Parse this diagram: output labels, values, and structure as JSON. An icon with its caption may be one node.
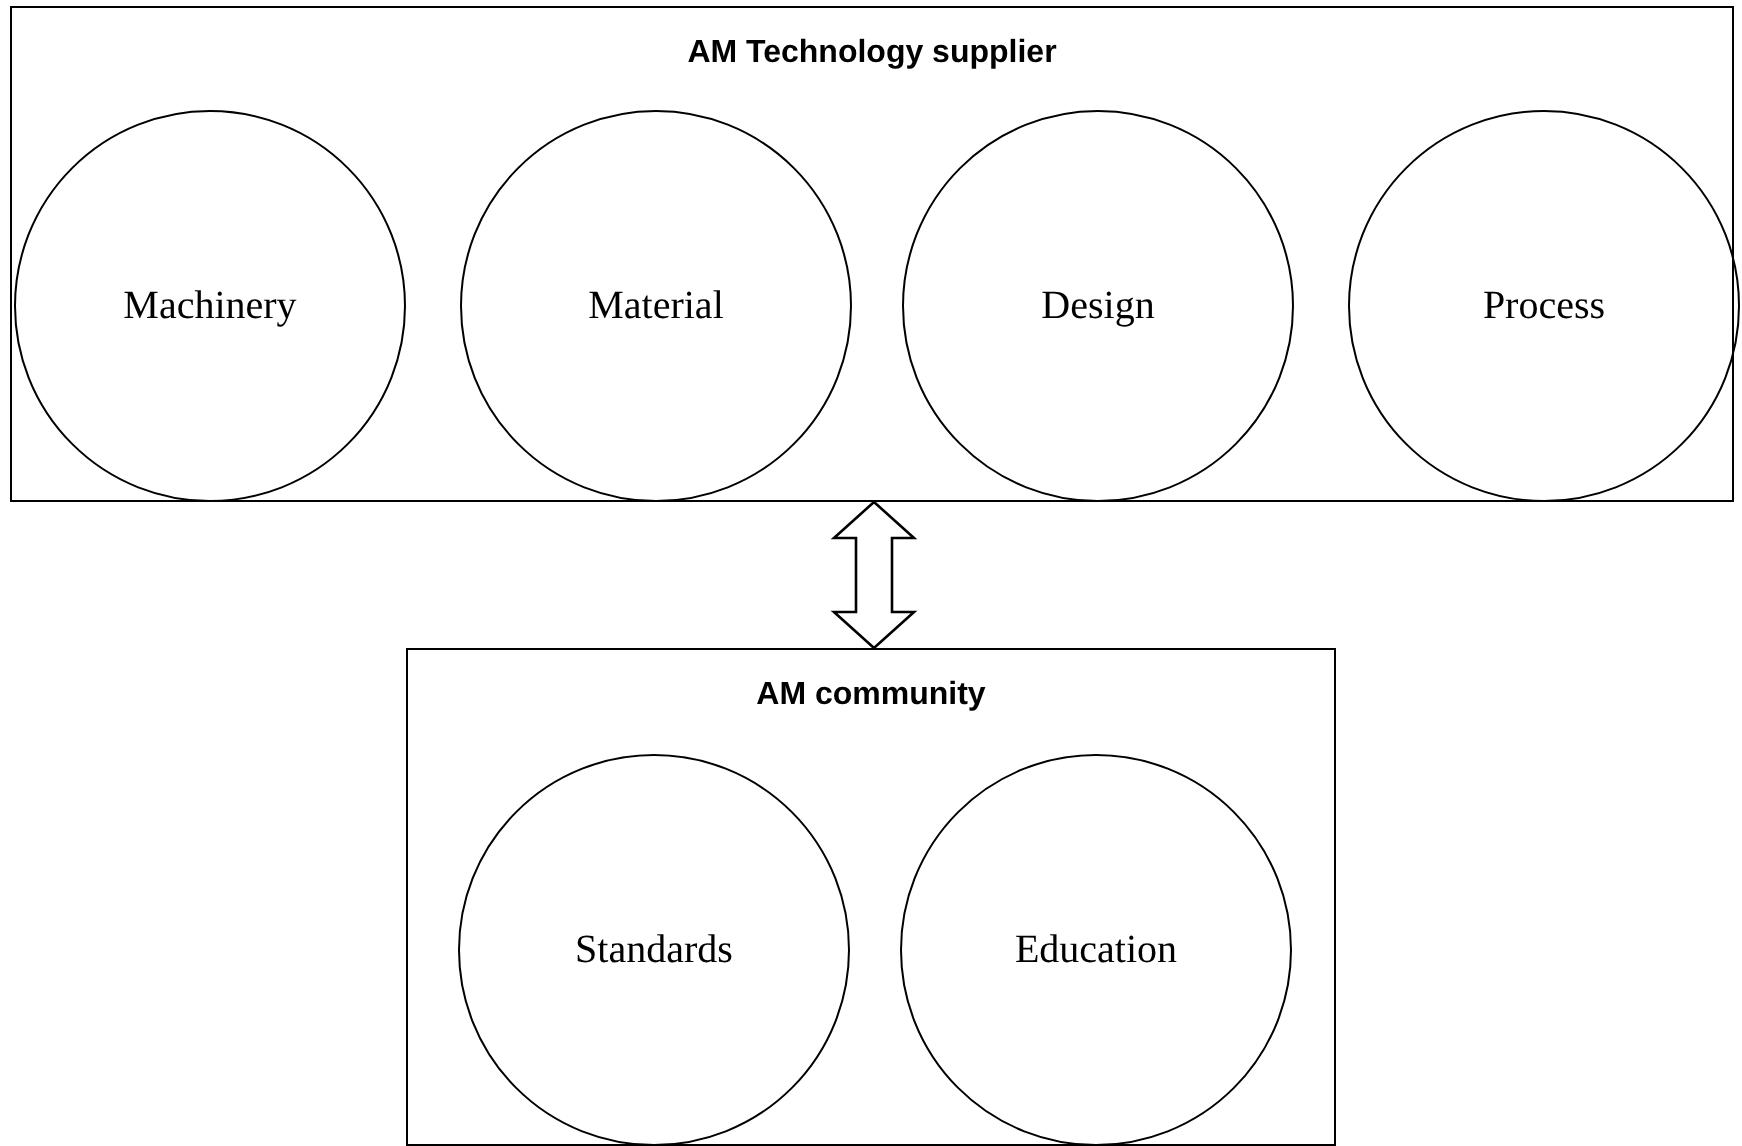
{
  "diagram": {
    "nodes": [
      {
        "text": [
          "AM Technology supplier"
        ]
      },
      {
        "text": [
          "Machinery"
        ],
        "in": 0
      },
      {
        "text": [
          "Material"
        ],
        "in": 0
      },
      {
        "text": [
          "Design"
        ],
        "in": 0
      },
      {
        "text": [
          "Process"
        ],
        "in": 0
      },
      {
        "text": [
          "AM community"
        ]
      },
      {
        "text": [
          "Standards"
        ],
        "in": 5
      },
      {
        "text": [
          "Education"
        ],
        "in": 5
      }
    ],
    "edges": [
      {
        "from": 0,
        "to": 5,
        "arrow": "both"
      }
    ]
  }
}
